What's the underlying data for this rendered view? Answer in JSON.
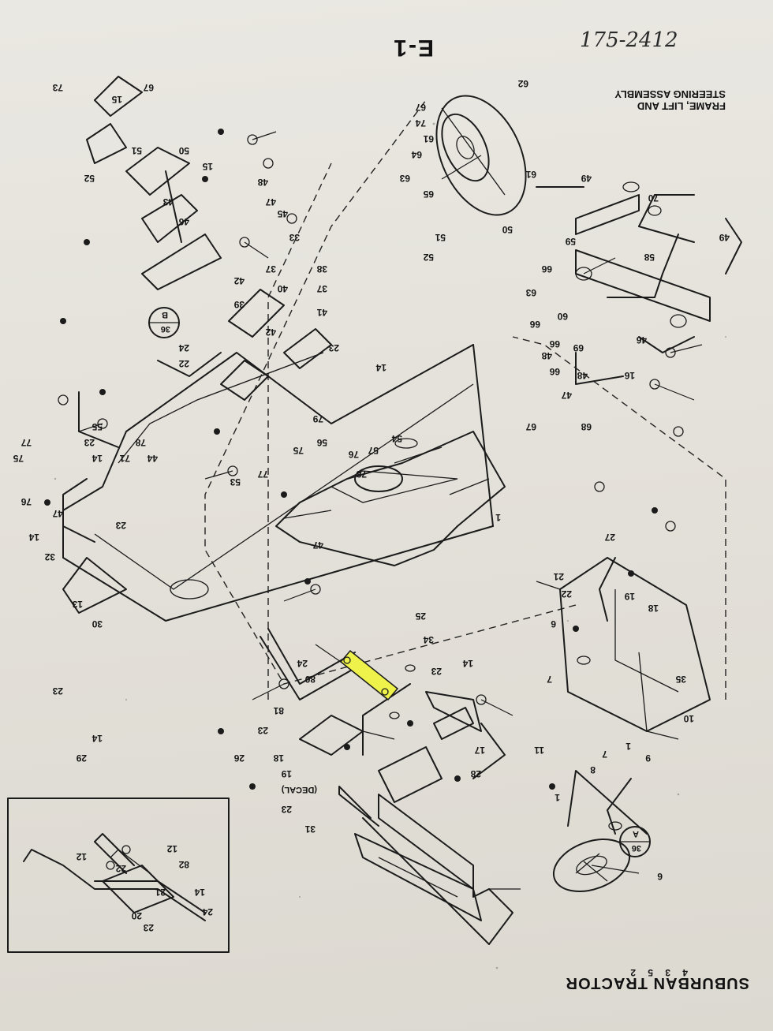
{
  "header": {
    "page_code": "E-1",
    "handwritten_part_no": "175-2412",
    "section_title_line1": "FRAME, LIFT AND",
    "section_title_line2": "STEERING ASSEMBLY",
    "product_title": "SUBURBAN TRACTOR",
    "decal_note": "(DECAL)",
    "callout_a": "A",
    "callout_b": "B",
    "callout_36a": "36",
    "callout_36b": "36"
  },
  "highlight_color": "#eef24a",
  "part_numbers": [
    "73",
    "62",
    "67",
    "74",
    "61",
    "64",
    "63",
    "65",
    "61",
    "49",
    "70",
    "49",
    "59",
    "50",
    "51",
    "52",
    "58",
    "66",
    "63",
    "60",
    "66",
    "66",
    "46",
    "48",
    "69",
    "66",
    "48",
    "47",
    "16",
    "68",
    "67",
    "67",
    "15",
    "52",
    "51",
    "50",
    "15",
    "43",
    "46",
    "48",
    "47",
    "45",
    "33",
    "37",
    "40",
    "42",
    "39",
    "42",
    "38",
    "37",
    "41",
    "23",
    "14",
    "79",
    "56",
    "54",
    "57",
    "76",
    "78",
    "47",
    "75",
    "77",
    "53",
    "1",
    "55",
    "23",
    "14",
    "71",
    "44",
    "78",
    "77",
    "75",
    "76",
    "47",
    "23",
    "14",
    "32",
    "13",
    "30",
    "23",
    "14",
    "29",
    "28",
    "27",
    "22",
    "24",
    "25",
    "34",
    "14",
    "23",
    "24",
    "80",
    "81",
    "23",
    "18",
    "19",
    "26",
    "17",
    "31",
    "23",
    "22",
    "82",
    "12",
    "12",
    "14",
    "21",
    "24",
    "20",
    "23",
    "21",
    "22",
    "19",
    "18",
    "6",
    "7",
    "35",
    "10",
    "9",
    "7",
    "1",
    "8",
    "1",
    "11",
    "6",
    "4",
    "3",
    "5",
    "2"
  ]
}
